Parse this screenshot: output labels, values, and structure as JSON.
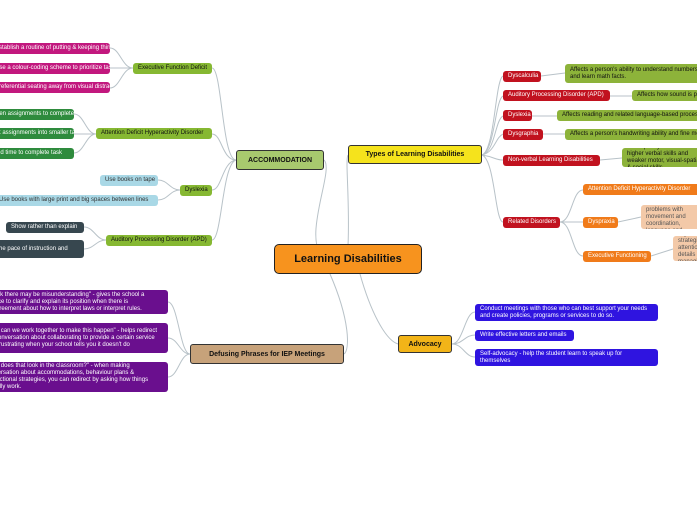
{
  "root": "Learning Disabilities",
  "branches": {
    "types": {
      "title": "Types of Learning Disabilities",
      "dyscalculia": "Dyscalculia",
      "dyscalculia_desc": "Affects a person's ability to understand numbers and learn math facts.",
      "apd": "Auditory Processing Disorder (APD)",
      "apd_desc": "Affects how sound is processed",
      "dyslexia": "Dyslexia",
      "dyslexia_desc": "Affects reading and related language-based processing",
      "dysgraphia": "Dysgraphia",
      "dysgraphia_desc": "Affects a person's handwriting ability and fine motor skills",
      "nvld": "Non-verbal Learning Disabilities",
      "nvld_desc": "Discrepancy between higher verbal skills and weaker motor, visual-spatial & social skills",
      "related": "Related Disorders",
      "adhd": "Attention Deficit Hyperactivity Disorder",
      "dyspraxia": "Dyspraxia",
      "dyspraxia_desc": "Difficulty with muscle control, which causes problems with movement and coordination, language and speech, and can affect learning.",
      "exec": "Executive Functioning",
      "exec_desc": "Inefficient planning, organization, strategizing, attention to details and managing time and space"
    },
    "advocacy": {
      "title": "Advocacy",
      "items": [
        "Conduct meetings with those who can best support your needs and create policies, programs or services to do so.",
        "Write effective letters and emails",
        "Self-advocacy - help the student learn to speak up for themselves"
      ]
    },
    "accommodation": {
      "title": "ACCOMMODATION",
      "efd": {
        "label": "Executive Function Deficit",
        "items": [
          "Establish a routine of putting & keeping things in place",
          "Use a colour-coding scheme to prioritize tasks",
          "Preferential seating away from visual distractions"
        ]
      },
      "adhd": {
        "label": "Attention Deficit Hyperactivity Disorder",
        "items": [
          "Shorten assignments to complete",
          "Break assignments into smaller tasks",
          "Extend time to complete task"
        ]
      },
      "dyslexia": {
        "label": "Dyslexia",
        "items": [
          "Use books on tape",
          "Use books with large print and big spaces between lines"
        ]
      },
      "apd": {
        "label": "Auditory Processing Disorder (APD)",
        "items": [
          "Show rather than explain",
          "Reduce the pace of instruction and"
        ]
      }
    },
    "iep": {
      "title": "Defusing Phrases for IEP Meetings",
      "items": [
        "\"I think there may be misunderstanding\" - gives the school a chance to clarify and explain its position when there is disagreement about how to interpret laws or interpret rules.",
        "\"How can we work together to make this happen\" - helps redirect the conversation about collaborating to provide a certain service less frustrating when your school tells you it doesn't do",
        "\"How does that look in the classroom?\" - when making conversation about accommodations, behaviour plans & instructional strategies, you can redirect by asking how things actually work."
      ]
    }
  }
}
